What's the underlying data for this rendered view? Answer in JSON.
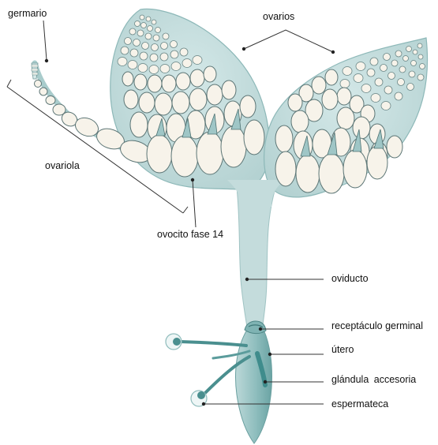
{
  "labels": {
    "germario": "germario",
    "ovarios": "ovarios",
    "ovariola": "ovariola",
    "ovocito": "ovocito fase 14",
    "oviducto": "oviducto",
    "receptaculo": "receptáculo germinal",
    "utero": "útero",
    "glandula": "glándula accesoria",
    "espermateca": "espermateca"
  },
  "colors": {
    "tissue": "#c3dcdc",
    "tissue_dark": "#5f9a9a",
    "gland": "#3f8c8c",
    "egg_fill": "#f7f3ea",
    "egg_stroke": "#5d7676",
    "leader_line": "#333333"
  }
}
